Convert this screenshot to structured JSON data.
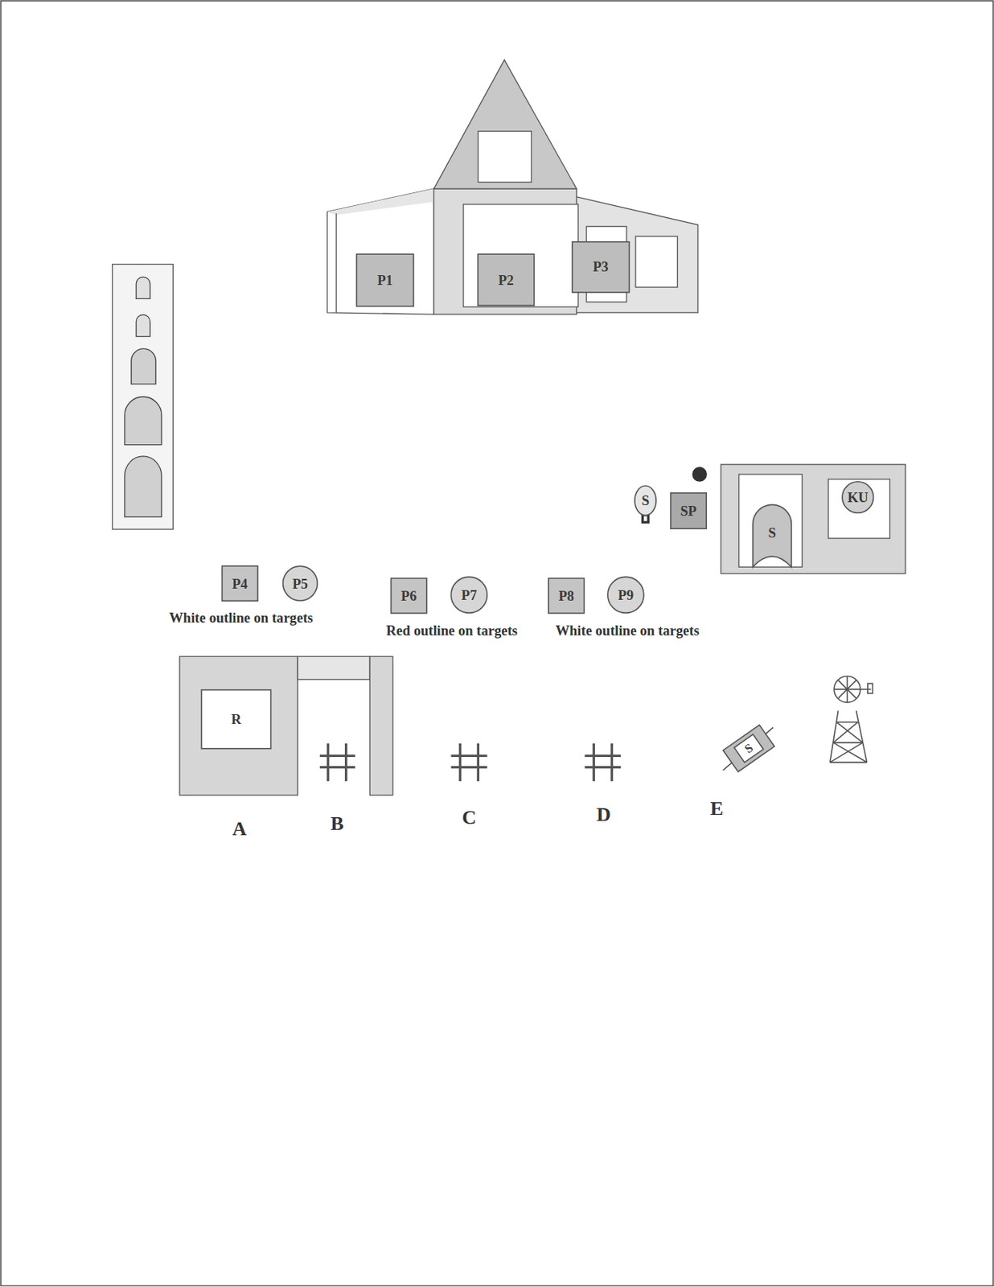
{
  "diagram": {
    "nodes": [
      {
        "text": [
          "P1"
        ]
      },
      {
        "text": [
          "P2"
        ]
      },
      {
        "text": [
          "P3"
        ]
      },
      {
        "text": [
          "S"
        ]
      },
      {
        "text": [
          "SP"
        ]
      },
      {
        "text": [
          "S"
        ]
      },
      {
        "text": [
          "KU"
        ]
      },
      {
        "text": [
          "P4"
        ]
      },
      {
        "text": [
          "P5"
        ]
      },
      {
        "text": [
          "P6"
        ]
      },
      {
        "text": [
          "P7"
        ]
      },
      {
        "text": [
          "P8"
        ]
      },
      {
        "text": [
          "P9"
        ]
      },
      {
        "text": [
          "R"
        ]
      },
      {
        "text": [
          "S"
        ]
      }
    ],
    "labels": [
      "White outline on targets",
      "Red outline on targets",
      "White outline on targets",
      "A",
      "B",
      "C",
      "D",
      "E"
    ]
  }
}
